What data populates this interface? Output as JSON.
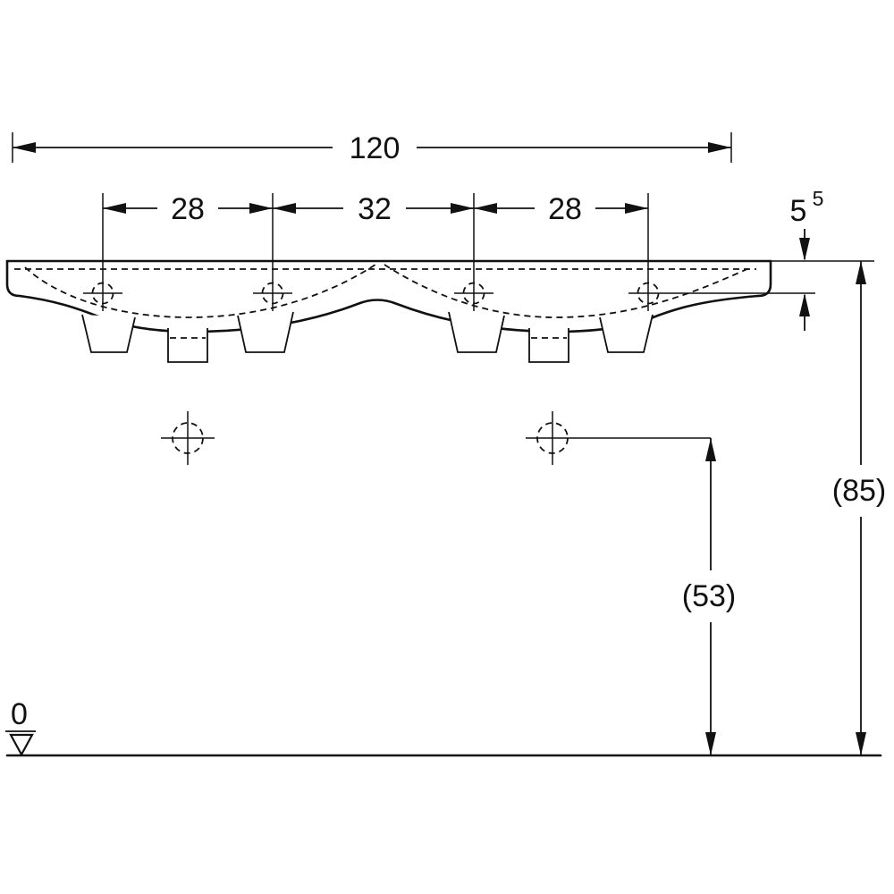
{
  "page": {
    "background_color": "#ffffff",
    "line_color": "#111111"
  },
  "drawing": {
    "type": "technical-dimension-drawing",
    "subject": "double washbasin front elevation with mounting dimensions",
    "units": "cm",
    "labels": {
      "total_width": "120",
      "tap_spacing_left": "28",
      "tap_spacing_center": "32",
      "tap_spacing_right": "28",
      "rim_thickness_base": "5",
      "rim_thickness_superscript": "5",
      "overall_height": "(85)",
      "trap_height": "(53)",
      "datum": "0"
    }
  }
}
